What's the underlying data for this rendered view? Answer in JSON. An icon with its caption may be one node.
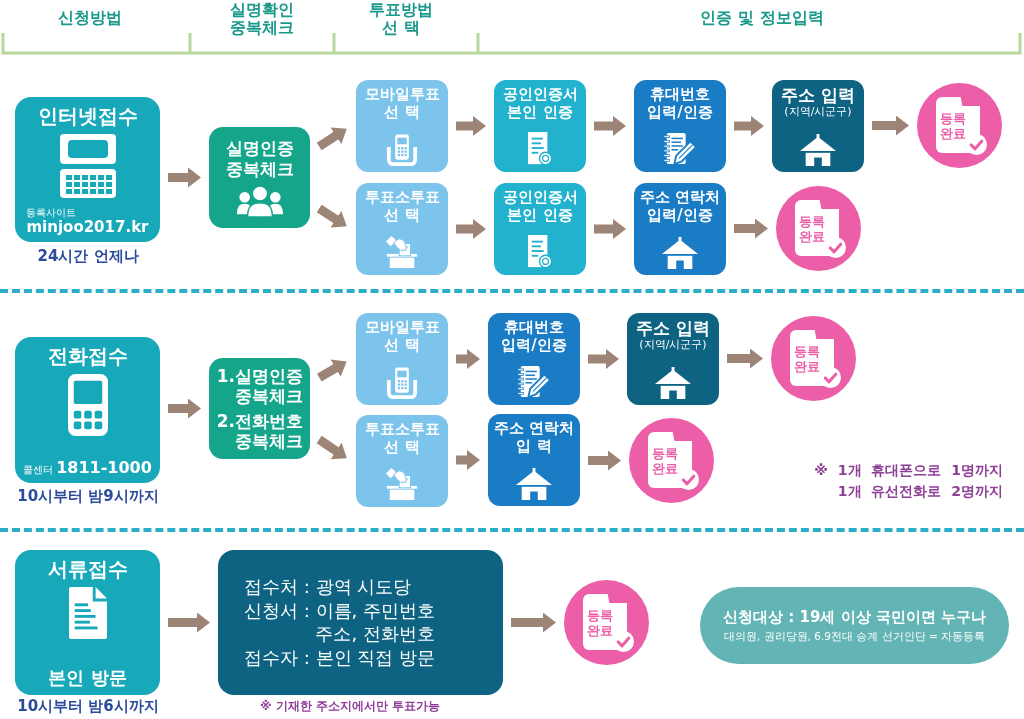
{
  "diagram": {
    "nodes": [
      {
        "text": [
          "인터넷접수",
          "등록사이트",
          "minjoo2017.kr"
        ],
        "beside": [
          "24시간 언제나"
        ]
      },
      {
        "text": [
          "실명인증 중복체크"
        ]
      },
      {
        "text": [
          "모바일투표 선 택"
        ]
      },
      {
        "text": [
          "투표소투표 선 택"
        ]
      },
      {
        "text": [
          "공인인증서 본인 인증"
        ]
      },
      {
        "text": [
          "휴대번호 입력/인증"
        ]
      },
      {
        "text": [
          "주소 입력",
          "(지역/시군구)"
        ]
      },
      {
        "text": [
          "등록 완료"
        ]
      },
      {
        "text": [
          "공인인증서 본인 인증"
        ]
      },
      {
        "text": [
          "주소 연락처 입력/인증"
        ]
      },
      {
        "text": [
          "등록 완료"
        ]
      },
      {
        "text": [
          "전화접수",
          "콜센터",
          "1811-1000"
        ],
        "beside": [
          "10시부터 밤9시까지"
        ]
      },
      {
        "text": [
          "1.실명인증 중복체크",
          "2.전화번호 중복체크"
        ]
      },
      {
        "text": [
          "모바일투표 선 택"
        ]
      },
      {
        "text": [
          "투표소투표 선 택"
        ]
      },
      {
        "text": [
          "휴대번호 입력/인증"
        ]
      },
      {
        "text": [
          "주소 입력",
          "(지역/시군구)"
        ]
      },
      {
        "text": [
          "등록 완료"
        ]
      },
      {
        "text": [
          "주소 연락처 입 력"
        ]
      },
      {
        "text": [
          "등록 완료"
        ]
      },
      {
        "text": [
          "서류접수",
          "본인 방문"
        ],
        "beside": [
          "10시부터 밤6시까지"
        ]
      },
      {
        "text": [
          "접수처 : 광역 시도당",
          "신청서 : 이름, 주민번호 주소, 전화번호",
          "접수자 : 본인 직접 방문"
        ],
        "beside": [
          "※ 기재한 주소지에서만 투표가능"
        ]
      },
      {
        "text": [
          "등록 완료"
        ]
      },
      {
        "text": [
          "신청대상 : 19세 이상 국민이면 누구나",
          "대의원, 권리당원, 6.9전대 승계 선거인단 = 자동등록"
        ]
      }
    ],
    "edges": [
      {
        "from": 0,
        "to": 1,
        "arrow": "to"
      },
      {
        "from": 1,
        "to": 2,
        "arrow": "to"
      },
      {
        "from": 1,
        "to": 3,
        "arrow": "to"
      },
      {
        "from": 2,
        "to": 4,
        "arrow": "to"
      },
      {
        "from": 4,
        "to": 5,
        "arrow": "to"
      },
      {
        "from": 5,
        "to": 6,
        "arrow": "to"
      },
      {
        "from": 6,
        "to": 7,
        "arrow": "to"
      },
      {
        "from": 3,
        "to": 8,
        "arrow": "to"
      },
      {
        "from": 8,
        "to": 9,
        "arrow": "to"
      },
      {
        "from": 9,
        "to": 10,
        "arrow": "to"
      },
      {
        "from": 11,
        "to": 12,
        "arrow": "to"
      },
      {
        "from": 12,
        "to": 13,
        "arrow": "to"
      },
      {
        "from": 12,
        "to": 14,
        "arrow": "to"
      },
      {
        "from": 13,
        "to": 15,
        "arrow": "to"
      },
      {
        "from": 15,
        "to": 16,
        "arrow": "to"
      },
      {
        "from": 16,
        "to": 17,
        "arrow": "to"
      },
      {
        "from": 14,
        "to": 18,
        "arrow": "to"
      },
      {
        "from": 18,
        "to": 19,
        "arrow": "to"
      },
      {
        "from": 20,
        "to": 21,
        "arrow": "to"
      },
      {
        "from": 21,
        "to": 22,
        "arrow": "to"
      }
    ],
    "labels": [
      "신청방법",
      "실명확인 중복체크",
      "투표방법 선 택",
      "인증 및 정보입력",
      "※ 1개 휴대폰으로 1명까지",
      "1개 유선전화로 2명까지"
    ]
  }
}
